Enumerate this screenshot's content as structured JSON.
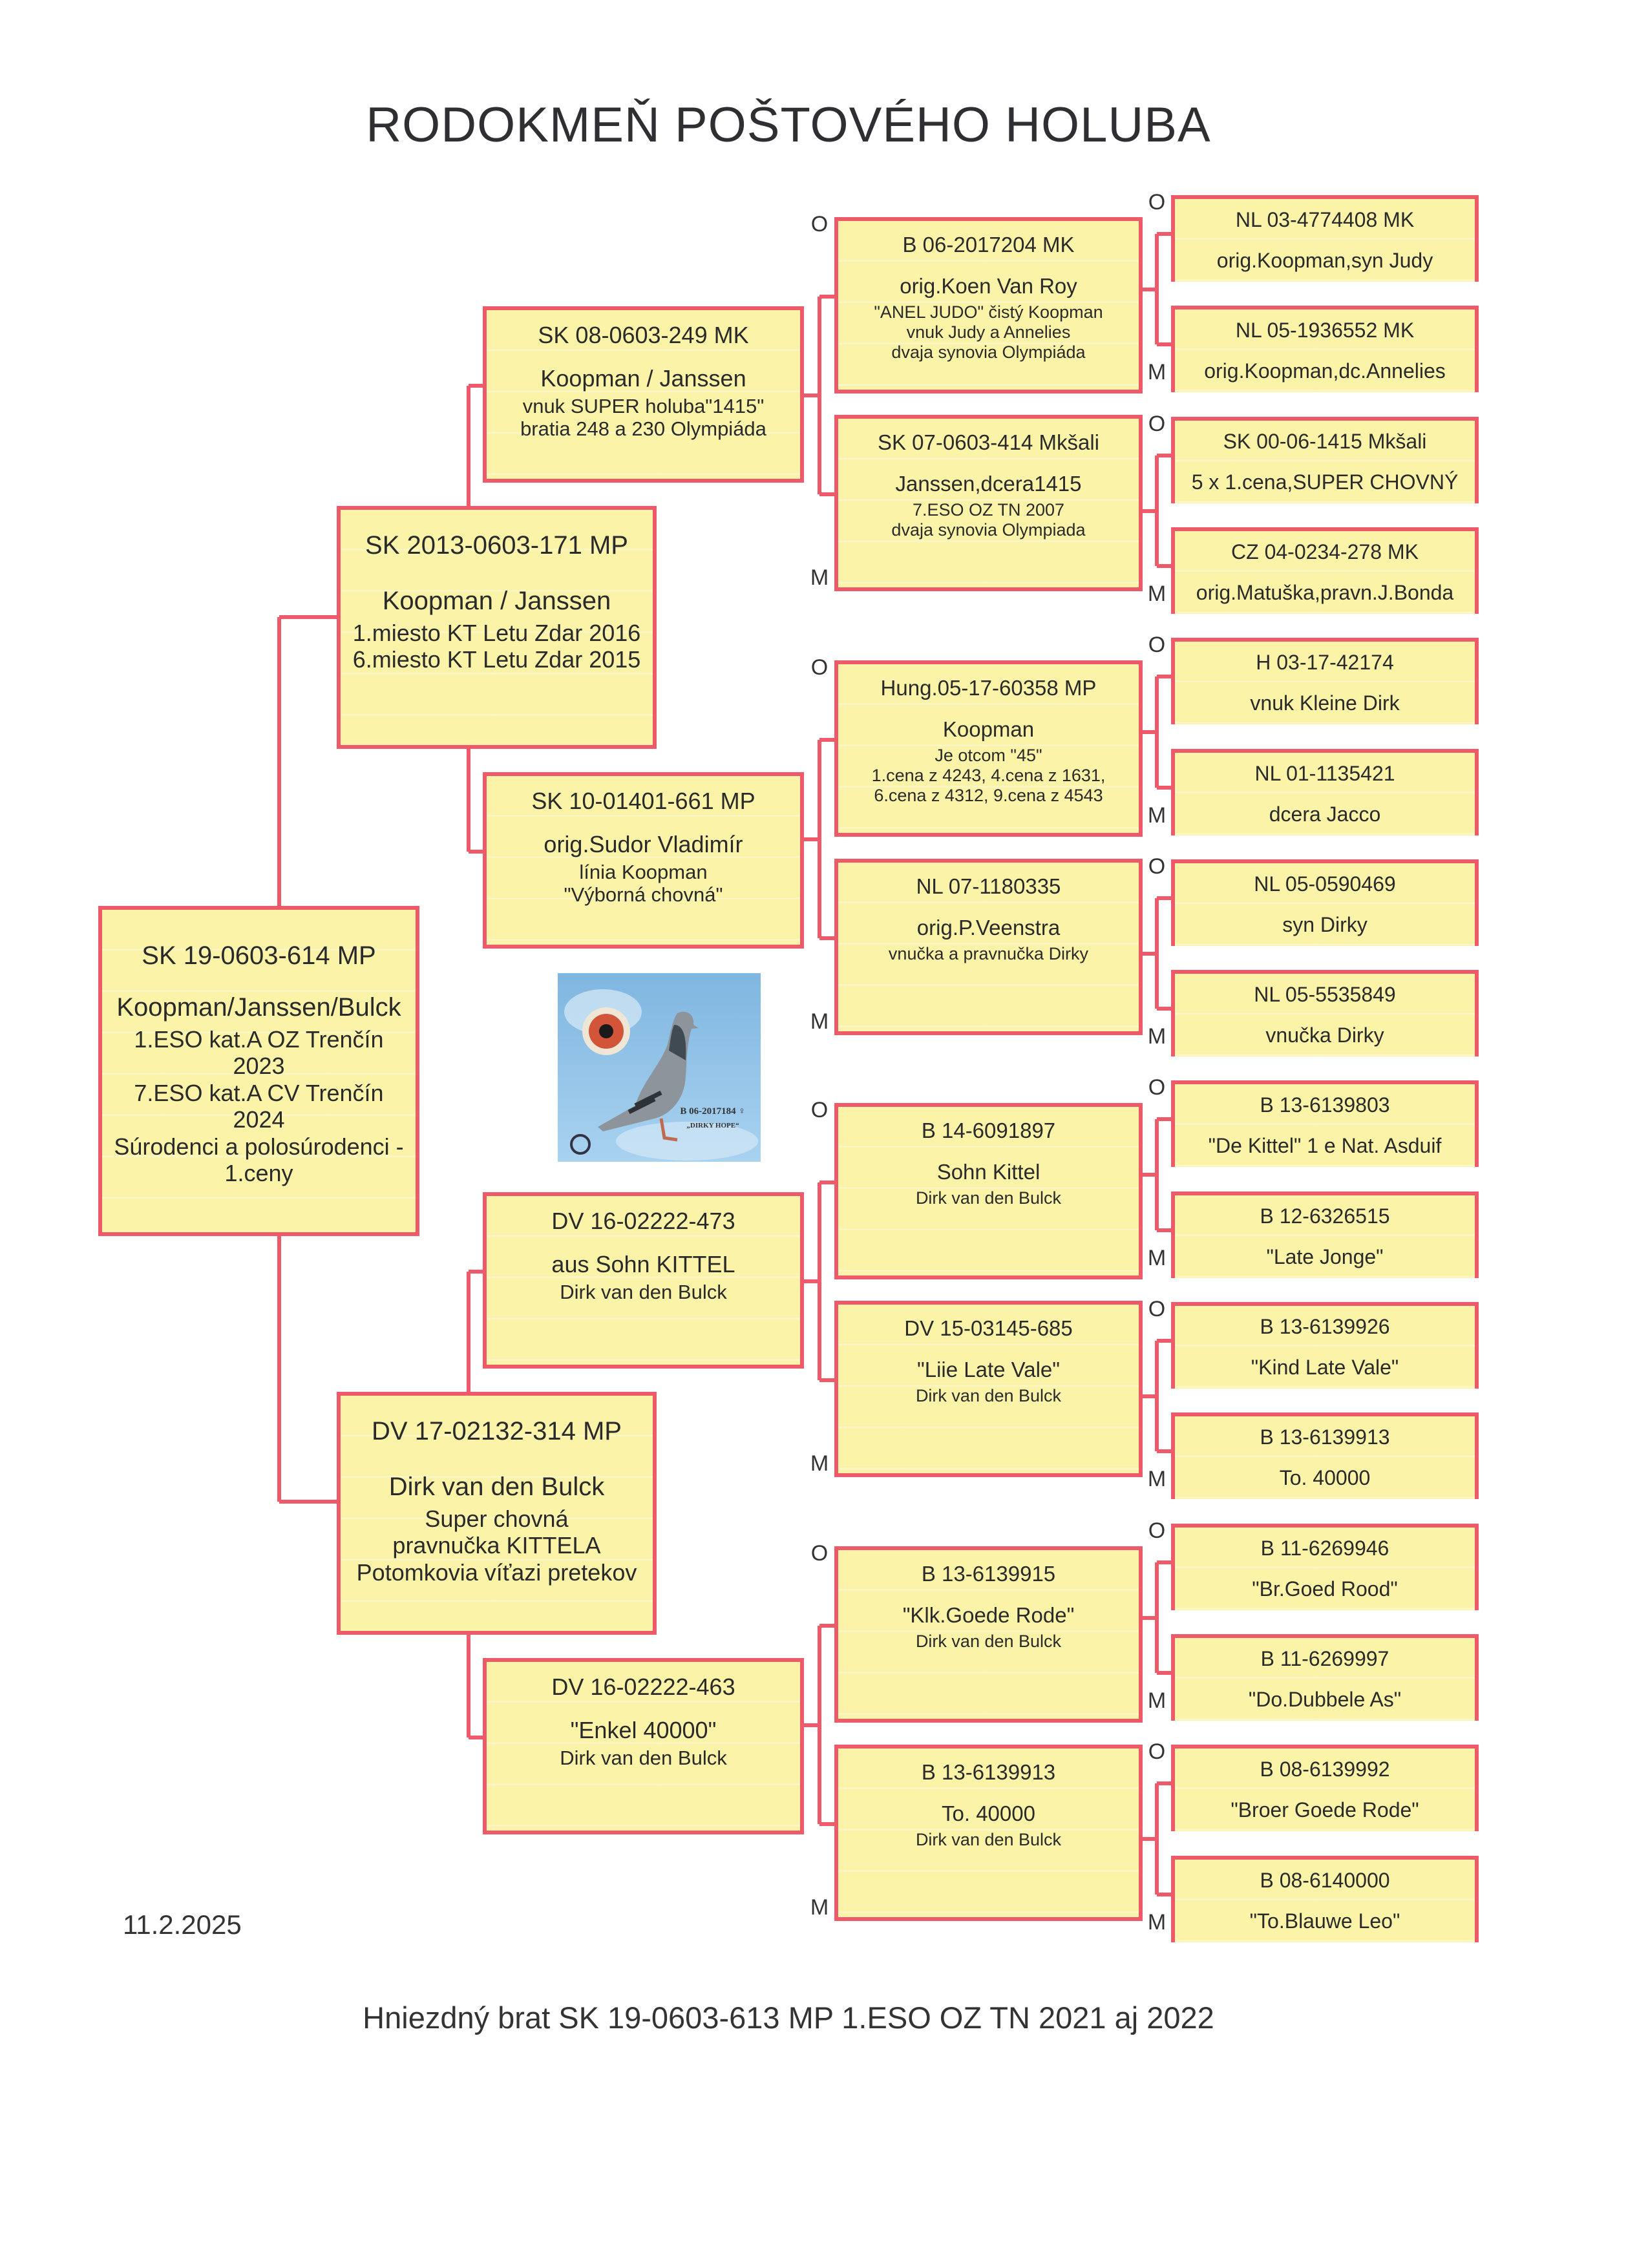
{
  "title": "RODOKMEŇ POŠTOVÉHO HOLUBA",
  "date": "11.2.2025",
  "footer": "Hniezdný brat SK 19-0603-613 MP 1.ESO OZ TN 2021 aj 2022",
  "labels": {
    "sire": "O",
    "dam": "M"
  },
  "colors": {
    "border": "#ef5a6a",
    "box_fill": "#fbf3a8"
  },
  "photo": {
    "ring": "B 06-2017184 ♀",
    "name": "„DIRKY HOPE“"
  },
  "pedigree": {
    "gen1": [
      {
        "ring": "SK 19-0603-614 MP",
        "name": "Koopman/Janssen/Bulck",
        "notes": [
          "1.ESO kat.A OZ Trenčín",
          "2023",
          "7.ESO kat.A  CV Trenčín",
          "2024",
          "Súrodenci a polosúrodenci -",
          "1.ceny"
        ]
      }
    ],
    "gen2": [
      {
        "ring": "SK 2013-0603-171 MP",
        "name": "Koopman / Janssen",
        "notes": [
          "1.miesto KT Letu Zdar 2016",
          "6.miesto KT Letu Zdar 2015"
        ]
      },
      {
        "ring": "DV 17-02132-314 MP",
        "name": "Dirk van den Bulck",
        "notes": [
          "Super chovná",
          "pravnučka KITTELA",
          "Potomkovia víťazi pretekov"
        ]
      }
    ],
    "gen3": [
      {
        "ring": "SK 08-0603-249 MK",
        "name": "Koopman / Janssen",
        "notes": [
          "vnuk SUPER holuba\"1415\"",
          "bratia 248 a 230 Olympiáda"
        ]
      },
      {
        "ring": "SK 10-01401-661 MP",
        "name": "orig.Sudor Vladimír",
        "notes": [
          "línia Koopman",
          "\"Výborná chovná\""
        ]
      },
      {
        "ring": "DV 16-02222-473",
        "name": "aus Sohn KITTEL",
        "notes": [
          "Dirk van den Bulck"
        ]
      },
      {
        "ring": "DV 16-02222-463",
        "name": "\"Enkel 40000\"",
        "notes": [
          "Dirk van den Bulck"
        ]
      }
    ],
    "gen4": [
      {
        "ring": "B 06-2017204 MK",
        "name": "orig.Koen Van Roy",
        "notes": [
          "\"ANEL JUDO\" čistý Koopman",
          "vnuk Judy a Annelies",
          "dvaja synovia Olympiáda"
        ]
      },
      {
        "ring": "SK 07-0603-414 Mkšali",
        "name": "Janssen,dcera1415",
        "notes": [
          "7.ESO OZ TN 2007",
          "dvaja synovia Olympiada"
        ]
      },
      {
        "ring": "Hung.05-17-60358 MP",
        "name": "Koopman",
        "notes": [
          "Je otcom \"45\"",
          "1.cena z 4243, 4.cena z 1631,",
          "6.cena z 4312, 9.cena z 4543"
        ]
      },
      {
        "ring": "NL 07-1180335",
        "name": "orig.P.Veenstra",
        "notes": [
          "vnučka a pravnučka Dirky"
        ]
      },
      {
        "ring": "B 14-6091897",
        "name": "Sohn Kittel",
        "notes": [
          "Dirk van den Bulck"
        ]
      },
      {
        "ring": "DV 15-03145-685",
        "name": "\"Liie Late Vale\"",
        "notes": [
          "Dirk van den Bulck"
        ]
      },
      {
        "ring": "B 13-6139915",
        "name": "\"Klk.Goede Rode\"",
        "notes": [
          "Dirk van den Bulck"
        ]
      },
      {
        "ring": "B 13-6139913",
        "name": "To. 40000",
        "notes": [
          "Dirk van den Bulck"
        ]
      }
    ],
    "gen5": [
      {
        "ring": "NL 03-4774408 MK",
        "name": "orig.Koopman,syn Judy"
      },
      {
        "ring": "NL 05-1936552 MK",
        "name": "orig.Koopman,dc.Annelies"
      },
      {
        "ring": "SK 00-06-1415 Mkšali",
        "name": "5 x 1.cena,SUPER CHOVNÝ"
      },
      {
        "ring": "CZ 04-0234-278 MK",
        "name": "orig.Matuška,pravn.J.Bonda"
      },
      {
        "ring": "H 03-17-42174",
        "name": "vnuk Kleine Dirk"
      },
      {
        "ring": "NL 01-1135421",
        "name": "dcera Jacco"
      },
      {
        "ring": "NL 05-0590469",
        "name": "syn Dirky"
      },
      {
        "ring": "NL 05-5535849",
        "name": "vnučka Dirky"
      },
      {
        "ring": "B 13-6139803",
        "name": "\"De Kittel\" 1 e Nat. Asduif"
      },
      {
        "ring": "B 12-6326515",
        "name": "\"Late Jonge\""
      },
      {
        "ring": "B 13-6139926",
        "name": "\"Kind Late Vale\""
      },
      {
        "ring": "B 13-6139913",
        "name": "To. 40000"
      },
      {
        "ring": "B 11-6269946",
        "name": "\"Br.Goed Rood\""
      },
      {
        "ring": "B 11-6269997",
        "name": "\"Do.Dubbele As\""
      },
      {
        "ring": "B 08-6139992",
        "name": "\"Broer Goede Rode\""
      },
      {
        "ring": "B 08-6140000",
        "name": "\"To.Blauwe Leo\""
      }
    ]
  }
}
